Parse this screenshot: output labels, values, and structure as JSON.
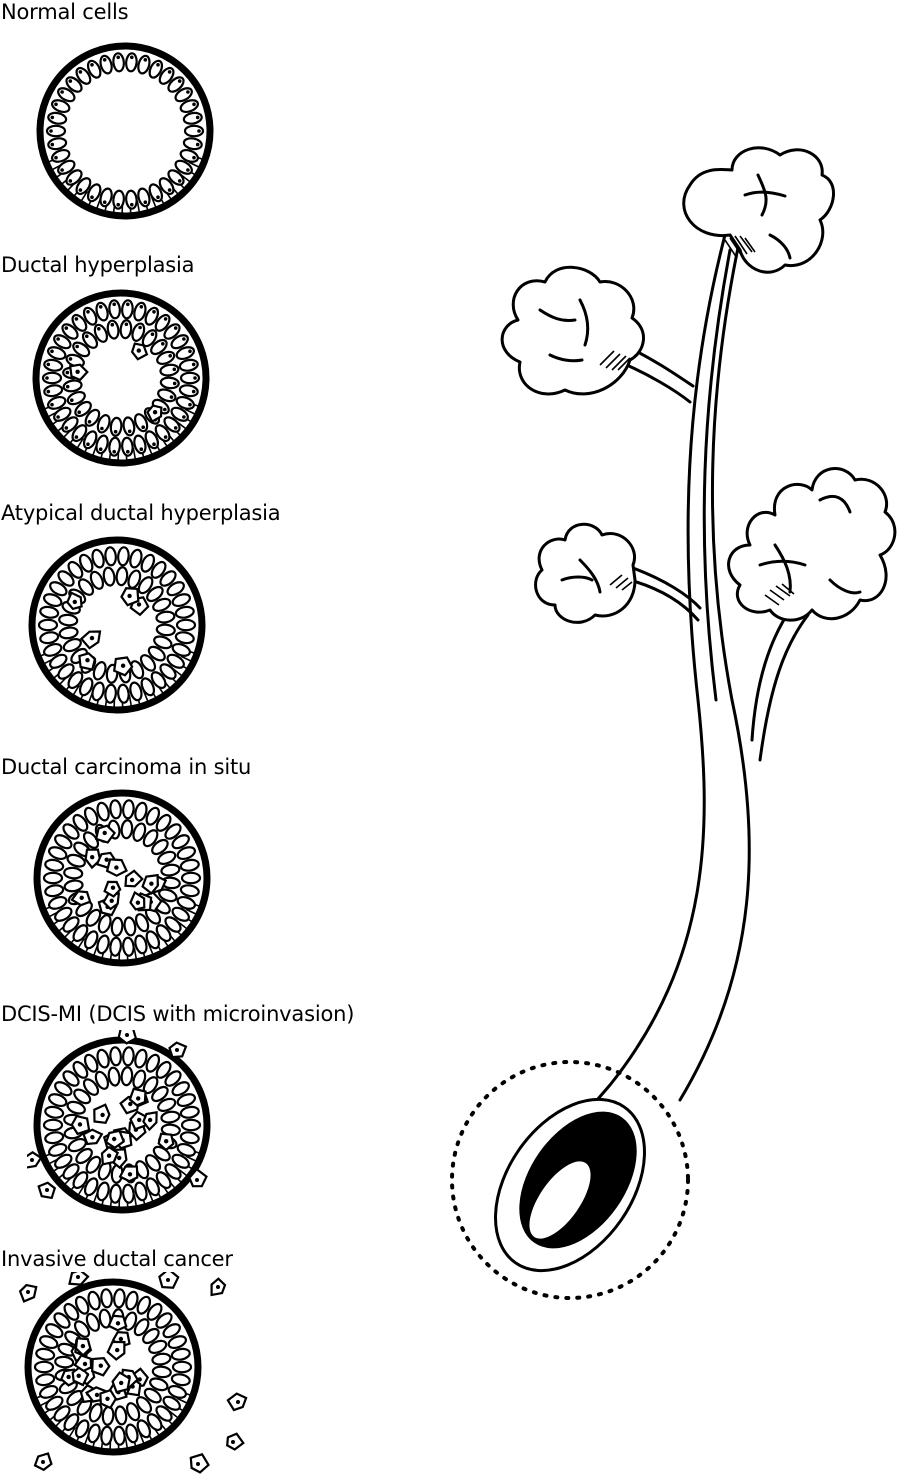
{
  "stages": [
    {
      "label": "Normal cells"
    },
    {
      "label": "Ductal hyperplasia"
    },
    {
      "label": "Atypical ductal hyperplasia"
    },
    {
      "label": "Ductal carcinoma in situ"
    },
    {
      "label": "DCIS-MI (DCIS with microinvasion)"
    },
    {
      "label": "Invasive ductal cancer"
    }
  ],
  "colors": {
    "ink": "#000000",
    "paper": "#ffffff"
  }
}
